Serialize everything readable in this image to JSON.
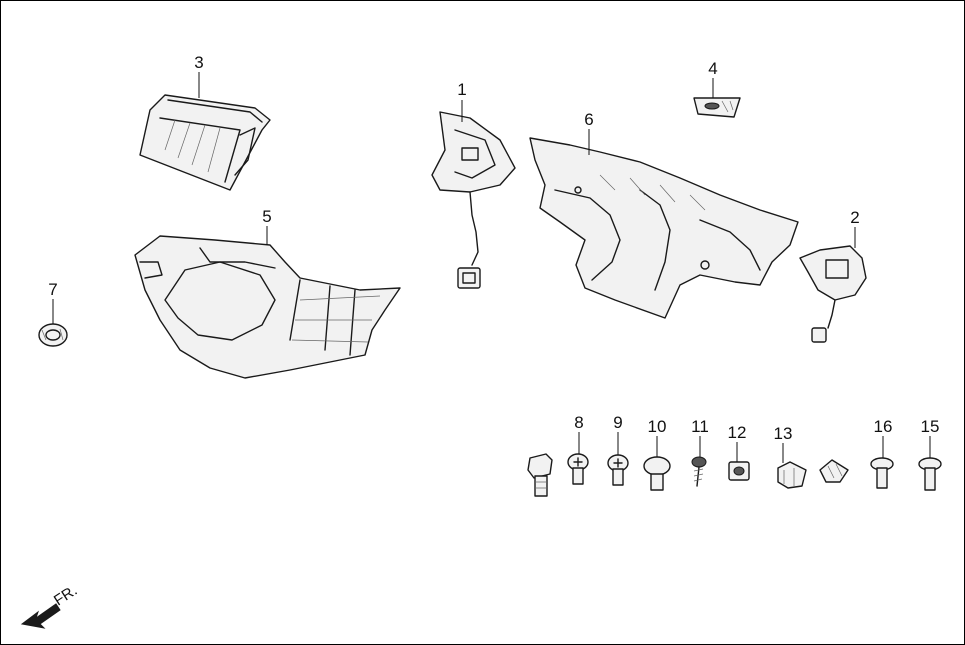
{
  "direction_label": "FR.",
  "callouts": [
    "1",
    "2",
    "3",
    "4",
    "5",
    "6",
    "7",
    "8",
    "9",
    "10",
    "11",
    "12",
    "13",
    "16",
    "15"
  ]
}
